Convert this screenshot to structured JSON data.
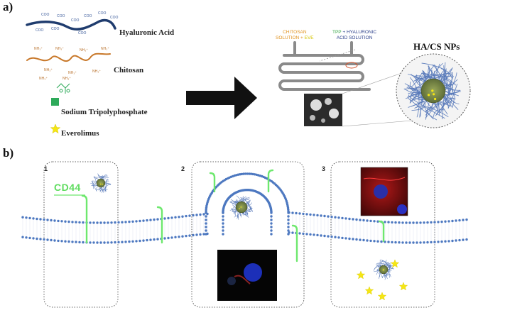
{
  "panel_a": {
    "label": "a)",
    "materials": {
      "hyaluronic_acid": "Hyaluronic Acid",
      "chitosan": "Chitosan",
      "tpp": "Sodium Tripolyphosphate",
      "everolimus": "Everolimus"
    },
    "chem_groups": {
      "carboxylate": "COO",
      "ammonium": "NH₃⁺"
    },
    "device": {
      "chitosan_solution_line1": "CHITOSAN",
      "chitosan_solution_line2a": "SOLUTION + ",
      "chitosan_solution_line2b": "EVE",
      "tpp_line1a": "TPP",
      "tpp_line1b": " + HYALURONIC",
      "tpp_line2": "ACID SOLUTION"
    },
    "np_title": "HA/CS NPs"
  },
  "panel_b": {
    "label": "b)",
    "steps": [
      "1",
      "2",
      "3"
    ],
    "receptor_label": "CD44"
  },
  "colors": {
    "hyaluronic_acid": "#1f3c6e",
    "chitosan": "#c8782a",
    "tpp": "#2eaa5a",
    "everolimus": "#f5e614",
    "membrane_bead": "#4d78c0",
    "receptor": "#6ee86e",
    "np_core": "#7a8a4a",
    "chitosan_text": "#e0921e",
    "tpp_text": "#3aa84a",
    "ha_text": "#2a3f8a"
  }
}
